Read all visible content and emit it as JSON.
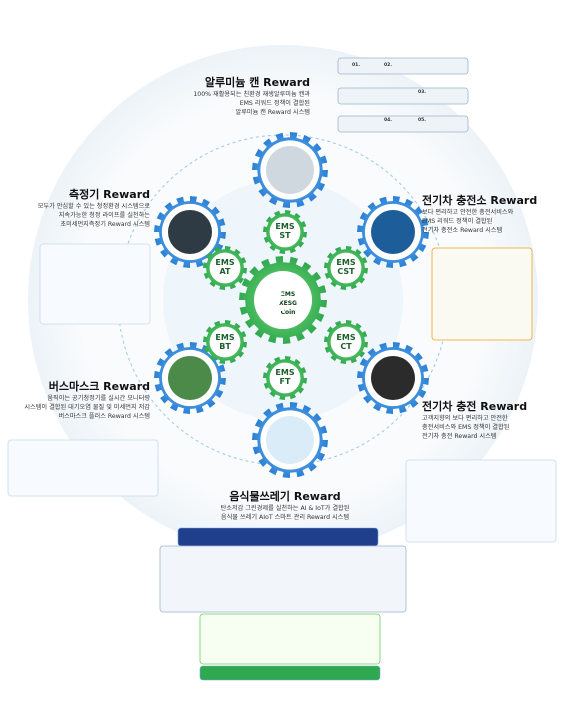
{
  "center": {
    "line1": "EMS",
    "line2": "XESG",
    "line3": "Coin"
  },
  "gears": {
    "st": [
      "EMS",
      "ST"
    ],
    "cst": [
      "EMS",
      "CST"
    ],
    "ct": [
      "EMS",
      "CT"
    ],
    "ft": [
      "EMS",
      "FT"
    ],
    "bt": [
      "EMS",
      "BT"
    ],
    "at": [
      "EMS",
      "AT"
    ]
  },
  "sections": {
    "aluminum": {
      "title": "알루미늄 캔 Reward",
      "desc": [
        "100% 재활용되는 친환경 재생알루미늄 캔과",
        "EMS 리워드 정책이 결합된",
        "알루미늄 캔 Reward 시스템"
      ]
    },
    "meter": {
      "title": "측정기 Reward",
      "desc": [
        "모두가 안심할 수 있는 청정환경 시스템으로",
        "지속가능한 청정 라이프를 실천하는",
        "초미세먼지측정기 Reward 시스템"
      ]
    },
    "ev_station": {
      "title": "전기차 충전소 Reward",
      "desc": [
        "보다 편리하고 안전한 충전서비스와",
        "EMS 리워드 정책이 결합된",
        "전기차 충전소 Reward 시스템"
      ]
    },
    "bus_mask": {
      "title": "버스마스크 Reward",
      "desc": [
        "움직이는 공기청정기를 실시간 모니터링",
        "시스템이 결합된 대기오염 물질 및 미세먼지 저감",
        "버스마스크 플러스 Reward 시스템"
      ]
    },
    "ev_charge": {
      "title": "전기차 충전 Reward",
      "desc": [
        "고객지향의 보다 편리하고 안전한",
        "충전서비스와 EMS 정책이 결합된",
        "전기차 충전 Reward 시스템"
      ]
    },
    "food": {
      "title": "음식물쓰레기 Reward",
      "desc": [
        "탄소저감 그린경제를 실천하는 AI & IoT가 결합된",
        "음식물 쓰레기 AIoT 스마트 관리 Reward 시스템"
      ]
    }
  },
  "steps": {
    "n1": "01.",
    "n2": "02.",
    "n3": "03.",
    "n4": "04.",
    "n5": "05."
  },
  "colors": {
    "gear_green": "#2fa84f",
    "gear_blue": "#3a8fe0",
    "ring": "#9ec9e8",
    "navy": "#1f3f8c",
    "light_green": "#6fcf5a"
  }
}
